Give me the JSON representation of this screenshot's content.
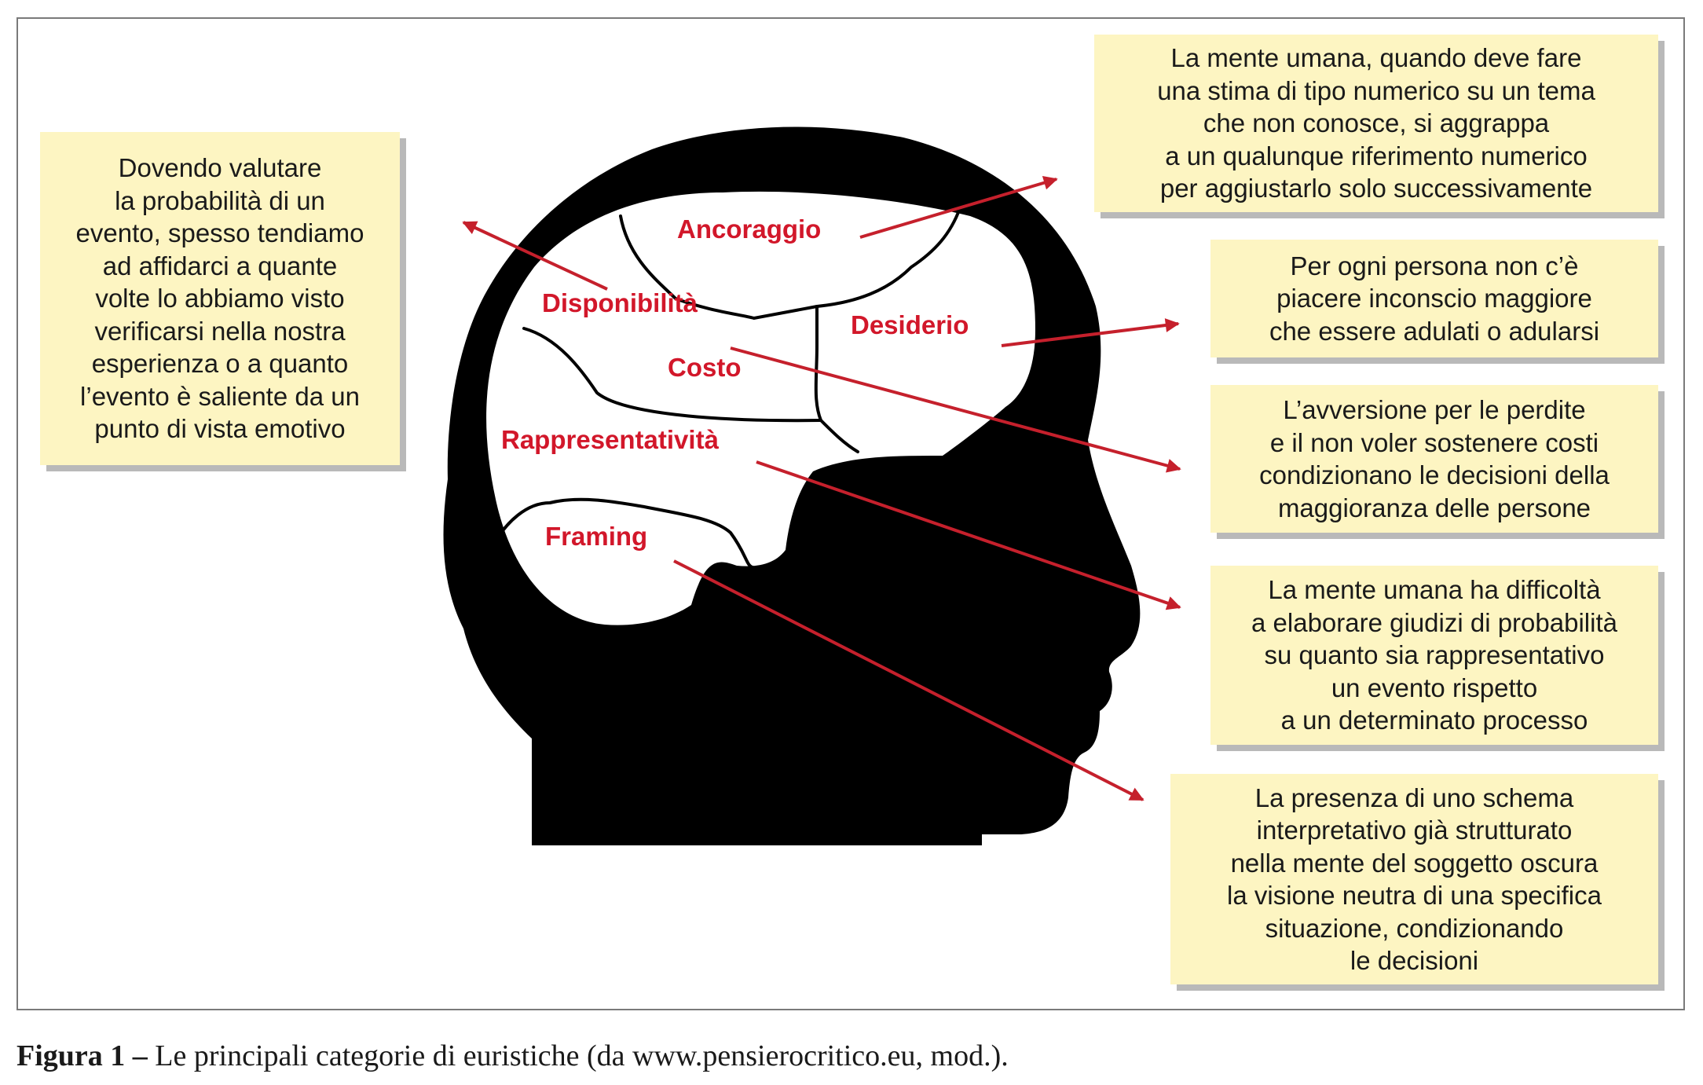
{
  "regions": {
    "ancoraggio": "Ancoraggio",
    "disponibilita": "Disponibilità",
    "desiderio": "Desiderio",
    "costo": "Costo",
    "rappresentativita": "Rappresentatività",
    "framing": "Framing"
  },
  "notes": {
    "disponibilita": "Dovendo valutare\nla probabilità di un\nevento, spesso tendiamo\nad affidarci a quante\nvolte lo abbiamo visto\nverificarsi nella nostra\nesperienza o a quanto\nl’evento è saliente da un\npunto di vista emotivo",
    "ancoraggio": "La mente umana, quando deve fare\nuna stima di tipo numerico su un tema\nche non conosce, si aggrappa\na un qualunque riferimento numerico\nper aggiustarlo solo successivamente",
    "desiderio": "Per ogni persona non c’è\npiacere inconscio maggiore\nche essere adulati o adularsi",
    "costo": "L’avversione per le perdite\ne il non voler sostenere costi\ncondizionano le decisioni della\nmaggioranza delle persone",
    "rappresentativita": "La mente umana ha difficoltà\na elaborare giudizi di probabilità\nsu quanto sia rappresentativo\nun evento rispetto\na un determinato processo",
    "framing": "La presenza di uno schema\ninterpretativo già strutturato\nnella mente del soggetto oscura\nla visione neutra di una specifica\nsituazione, condizionando\nle decisioni"
  },
  "caption": {
    "label": "Figura 1 –",
    "text": " Le principali categorie di euristiche (da www.pensierocritico.eu, mod.)."
  },
  "colors": {
    "arrow": "#c5202c",
    "label": "#d2172a",
    "note_bg": "#fdf5c2",
    "head": "#000000"
  }
}
